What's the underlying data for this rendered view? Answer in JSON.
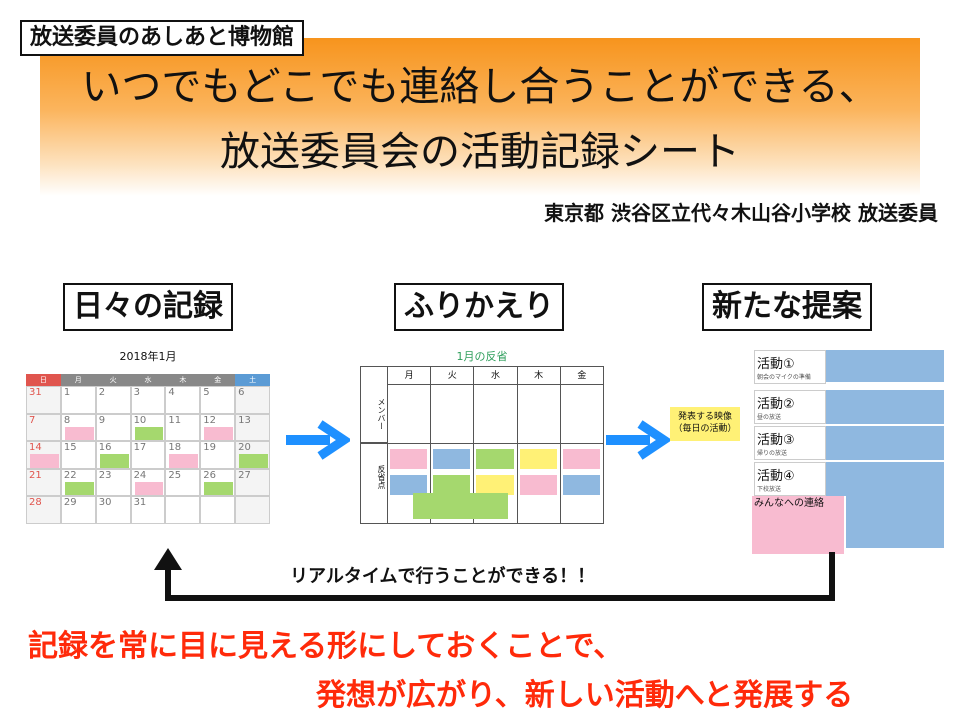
{
  "header": {
    "tag": "放送委員のあしあと博物館",
    "title_line1": "いつでもどこでも連絡し合うことができる、",
    "title_line2": "放送委員会の活動記録シート",
    "school": "東京都 渋谷区立代々木山谷小学校 放送委員"
  },
  "sections": {
    "daily": "日々の記録",
    "review": "ふりかえり",
    "proposal": "新たな提案"
  },
  "calendar": {
    "month_label": "2018年1月",
    "weekdays": [
      "日",
      "月",
      "火",
      "水",
      "木",
      "金",
      "土"
    ],
    "weeks": [
      [
        "31",
        "1",
        "2",
        "3",
        "4",
        "5",
        "6"
      ],
      [
        "7",
        "8",
        "9",
        "10",
        "11",
        "12",
        "13"
      ],
      [
        "14",
        "15",
        "16",
        "17",
        "18",
        "19",
        "20"
      ],
      [
        "21",
        "22",
        "23",
        "24",
        "25",
        "26",
        "27"
      ],
      [
        "28",
        "29",
        "30",
        "31",
        "",
        "",
        ""
      ]
    ],
    "weekday_colors": [
      "#e0554e",
      "#888888",
      "#888888",
      "#888888",
      "#888888",
      "#888888",
      "#5b9bd5"
    ]
  },
  "review": {
    "title": "1月の反省",
    "columns": [
      "月",
      "火",
      "水",
      "木",
      "金"
    ],
    "row_members": "メンバー",
    "row_review": "反省点"
  },
  "proposal": {
    "note_text": "発表する映像（毎日の活動）",
    "activities": [
      {
        "label": "活動①",
        "sub": "朝会のマイクの準備"
      },
      {
        "label": "活動②",
        "sub": "昼の放送"
      },
      {
        "label": "活動③",
        "sub": "帰りの放送"
      },
      {
        "label": "活動④",
        "sub": "下校放送"
      }
    ],
    "contact_title": "みんなへの連絡"
  },
  "realtime_text": "リアルタイムで行うことができる！！",
  "conclusion": {
    "line1": "記録を常に目に見える形にしておくことで、",
    "line2": "発想が広がり、新しい活動へと発展する"
  },
  "colors": {
    "orange": "#f7941d",
    "blue_arrow": "#1e90ff",
    "red_text": "#ff2a0a",
    "note_yellow": "#fff176",
    "note_green": "#a5d86e",
    "note_pink": "#f8bbd0",
    "note_blue": "#8fb8e0"
  }
}
